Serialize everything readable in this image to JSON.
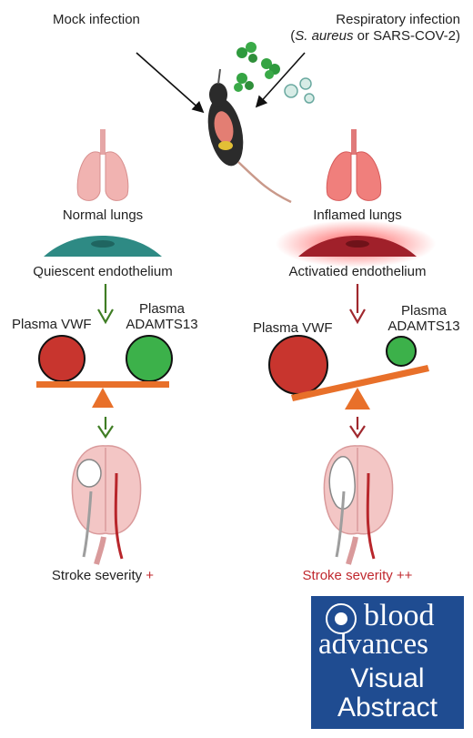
{
  "labels": {
    "mock": "Mock infection",
    "respiratory_line1": "Respiratory infection",
    "respiratory_open": "(",
    "respiratory_species": "S. aureus",
    "respiratory_rest": " or SARS-COV-2)",
    "normal_lungs": "Normal lungs",
    "inflamed_lungs": "Inflamed lungs",
    "quiescent": "Quiescent endothelium",
    "activated": "Activatied endothelium",
    "left_vwf": "Plasma VWF",
    "left_adamts_1": "Plasma",
    "left_adamts_2": "ADAMTS13",
    "right_vwf": "Plasma VWF",
    "right_adamts_1": "Plasma",
    "right_adamts_2": "ADAMTS13",
    "stroke_left_text": "Stroke severity ",
    "stroke_left_sign": "+",
    "stroke_right": "Stroke severity ++"
  },
  "logo": {
    "word1": "blood",
    "word2": "advances",
    "word3": "Visual",
    "word4": "Abstract"
  },
  "colors": {
    "green_arrow": "#3f7d24",
    "red_arrow": "#a0282e",
    "vwf_ball": "#c8352e",
    "adamts_ball": "#3cb14a",
    "seesaw": "#e8702a",
    "healthy_cell": "#2e8a84",
    "activated_cell": "#a0202a",
    "logo_bg": "#1f4c91"
  }
}
